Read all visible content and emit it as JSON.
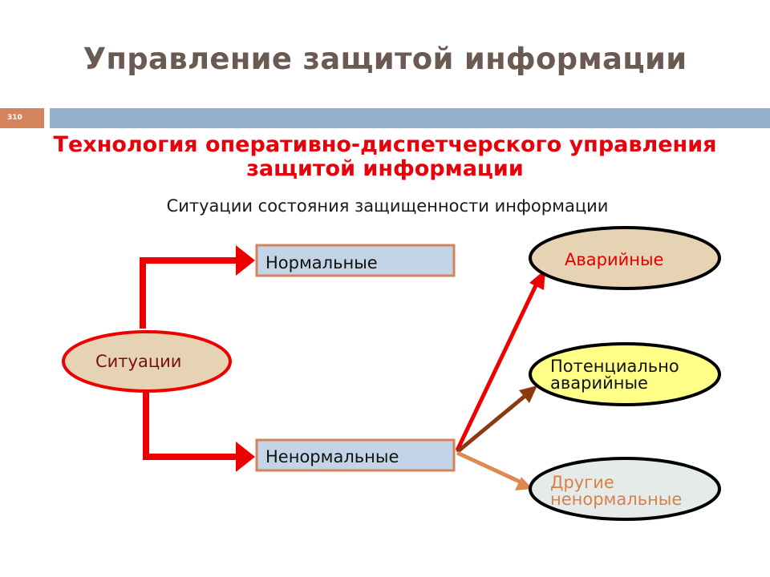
{
  "slide": {
    "title": "Управление защитой информации",
    "number": "310",
    "subtitle_line1": "Технология оперативно-диспетчерского управления",
    "subtitle_line2": "защитой информации",
    "caption": "Ситуации состояния защищенности информации"
  },
  "diagram": {
    "root": "Ситуации",
    "normal": "Нормальные",
    "abnormal": "Ненормальные",
    "emergency": "Аварийные",
    "potential_line1": "Потенциально",
    "potential_line2": "аварийные",
    "other_line1": "Другие",
    "other_line2": "ненормальные"
  },
  "colors": {
    "title": "#6a5a52",
    "subtitle": "#e8000b",
    "number_box": "#d4845c",
    "header_bar": "#94b0cc",
    "arrow_red": "#ee0000",
    "arrow_brown": "#8b3a0f",
    "arrow_orange": "#e08850",
    "box_fill": "#c3d4e6",
    "box_border": "#d4845c",
    "ellipse_tan": "#e6d3b3",
    "ellipse_yellow": "#ffff88",
    "ellipse_gray": "#e4ebe8"
  }
}
